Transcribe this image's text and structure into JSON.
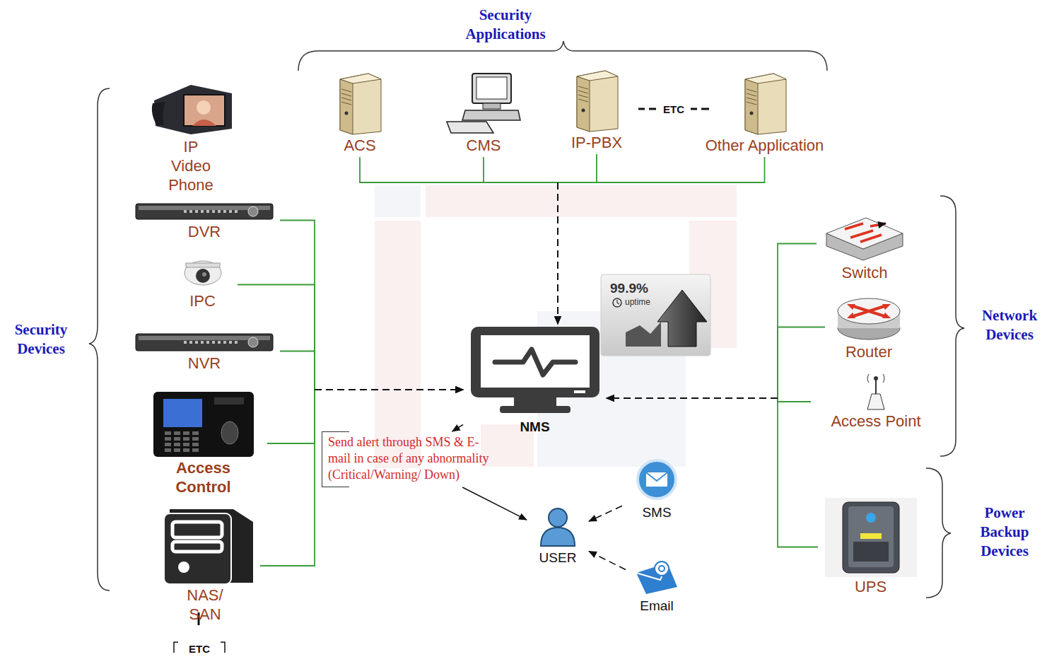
{
  "diagram": {
    "nodes": [
      {
        "text": [
          "ACS"
        ]
      },
      {
        "text": [
          "CMS"
        ]
      },
      {
        "text": [
          "IP-PBX"
        ]
      },
      {
        "text": [
          "Other Application"
        ]
      },
      {
        "text": [
          "IP Video Phone"
        ]
      },
      {
        "text": [
          "DVR"
        ]
      },
      {
        "text": [
          "IPC"
        ]
      },
      {
        "text": [
          "NVR"
        ]
      },
      {
        "text": [
          "Access Control"
        ]
      },
      {
        "text": [
          "NAS/ SAN"
        ]
      },
      {
        "text": [
          "NMS"
        ]
      },
      {
        "text": [
          "Switch"
        ]
      },
      {
        "text": [
          "Router"
        ]
      },
      {
        "text": [
          "Access Point"
        ]
      },
      {
        "text": [
          "Send alert through SMS & E-mail in case of any abnormality (Critical/Warning/ Down)"
        ]
      },
      {
        "text": [
          "SMS"
        ]
      },
      {
        "text": [
          "USER"
        ]
      },
      {
        "text": [
          "Email"
        ]
      },
      {
        "text": [
          "UPS"
        ]
      }
    ],
    "edges": [
      {
        "from": 0,
        "to": 10,
        "arrow": "to"
      },
      {
        "from": 1,
        "to": 10,
        "arrow": "to"
      },
      {
        "from": 2,
        "to": 10,
        "arrow": "to"
      },
      {
        "from": 3,
        "to": 10,
        "arrow": "to"
      },
      {
        "from": 5,
        "to": 10,
        "arrow": "to"
      },
      {
        "from": 6,
        "to": 10,
        "arrow": "to"
      },
      {
        "from": 7,
        "to": 10,
        "arrow": "to"
      },
      {
        "from": 8,
        "to": 10,
        "arrow": "to"
      },
      {
        "from": 9,
        "to": 10,
        "arrow": "to"
      },
      {
        "from": 11,
        "to": 10,
        "arrow": "to"
      },
      {
        "from": 12,
        "to": 10,
        "arrow": "to"
      },
      {
        "from": 13,
        "to": 10,
        "arrow": "to"
      },
      {
        "from": 18,
        "to": 10,
        "arrow": "to"
      },
      {
        "from": 10,
        "to": 14,
        "arrow": "to"
      },
      {
        "from": 14,
        "to": 16,
        "arrow": "to"
      },
      {
        "from": 15,
        "to": 16,
        "arrow": "to"
      },
      {
        "from": 17,
        "to": 16,
        "arrow": "to"
      }
    ],
    "labels": [
      "Security Applications",
      "Security Devices",
      "Network Devices",
      "Power Backup Devices",
      "ETC",
      "ETC",
      "99.9%",
      "uptime"
    ]
  }
}
